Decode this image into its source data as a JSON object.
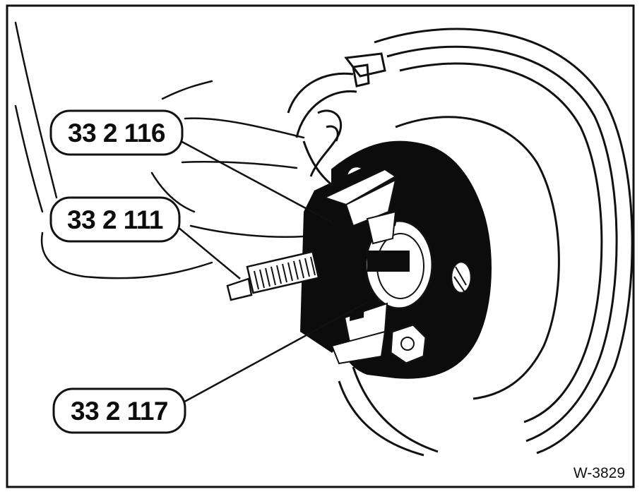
{
  "callouts": [
    {
      "id": "callout-332116",
      "label": "33 2 116"
    },
    {
      "id": "callout-332111",
      "label": "33 2 111"
    },
    {
      "id": "callout-332117",
      "label": "33 2 117"
    }
  ],
  "figure_id": "W-3829",
  "colors": {
    "ink": "#0c0c0c",
    "paper": "#ffffff",
    "frame": "#1a1a1a"
  }
}
